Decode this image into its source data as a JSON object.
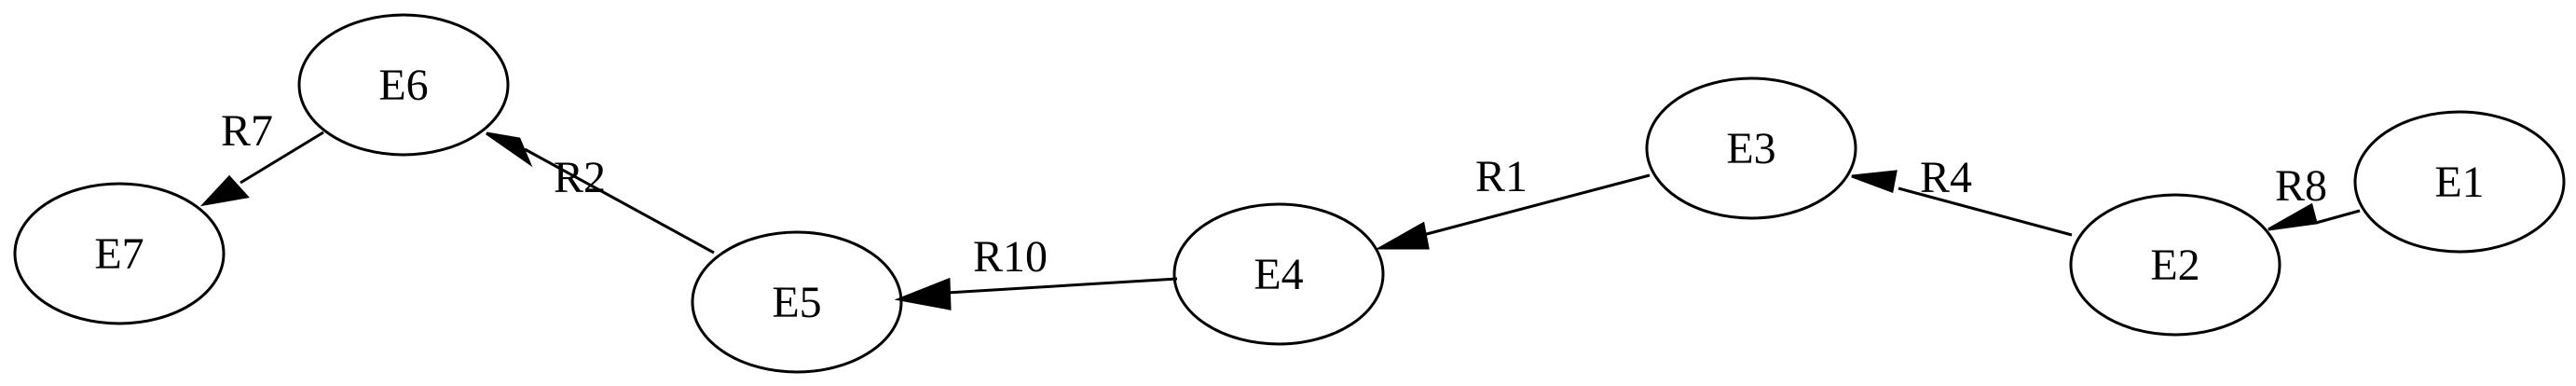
{
  "diagram": {
    "type": "directed-graph",
    "nodes": [
      {
        "id": "E1",
        "label": "E1"
      },
      {
        "id": "E2",
        "label": "E2"
      },
      {
        "id": "E3",
        "label": "E3"
      },
      {
        "id": "E4",
        "label": "E4"
      },
      {
        "id": "E5",
        "label": "E5"
      },
      {
        "id": "E6",
        "label": "E6"
      },
      {
        "id": "E7",
        "label": "E7"
      }
    ],
    "edges": [
      {
        "from": "E1",
        "to": "E2",
        "label": "R8"
      },
      {
        "from": "E2",
        "to": "E3",
        "label": "R4"
      },
      {
        "from": "E3",
        "to": "E4",
        "label": "R1"
      },
      {
        "from": "E4",
        "to": "E5",
        "label": "R10"
      },
      {
        "from": "E5",
        "to": "E6",
        "label": "R2"
      },
      {
        "from": "E6",
        "to": "E7",
        "label": "R7"
      }
    ]
  }
}
